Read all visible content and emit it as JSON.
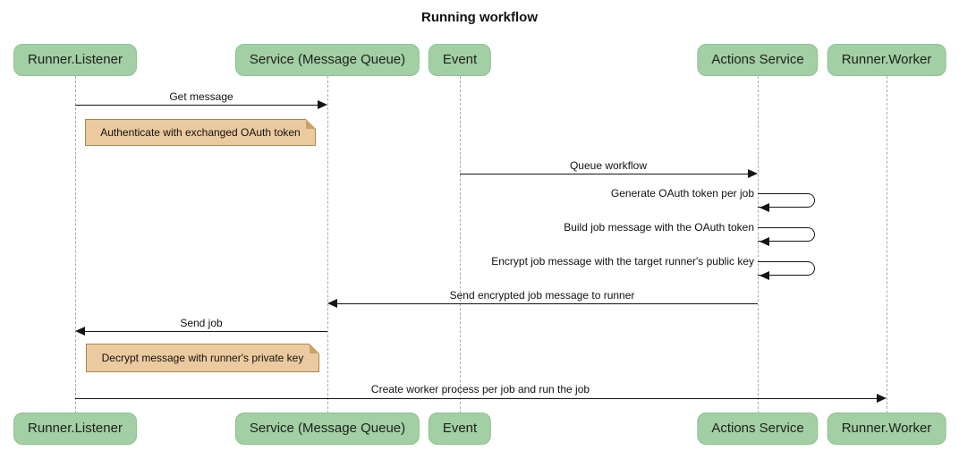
{
  "title": "Running workflow",
  "participants": [
    {
      "label": "Runner.Listener"
    },
    {
      "label": "Service (Message Queue)"
    },
    {
      "label": "Event"
    },
    {
      "label": "Actions Service"
    },
    {
      "label": "Runner.Worker"
    }
  ],
  "messages": [
    {
      "label": "Get message",
      "from": "Runner.Listener",
      "to": "Service (Message Queue)",
      "type": "solid-arrow"
    },
    {
      "label": "Queue workflow",
      "from": "Event",
      "to": "Actions Service",
      "type": "solid-arrow"
    },
    {
      "label": "Generate OAuth token per job",
      "from": "Actions Service",
      "to": "Actions Service",
      "type": "self-arrow"
    },
    {
      "label": "Build job message with the OAuth token",
      "from": "Actions Service",
      "to": "Actions Service",
      "type": "self-arrow"
    },
    {
      "label": "Encrypt job message with the target runner's public key",
      "from": "Actions Service",
      "to": "Actions Service",
      "type": "self-arrow"
    },
    {
      "label": "Send encrypted job message to runner",
      "from": "Actions Service",
      "to": "Service (Message Queue)",
      "type": "solid-arrow"
    },
    {
      "label": "Send job",
      "from": "Service (Message Queue)",
      "to": "Runner.Listener",
      "type": "solid-arrow"
    },
    {
      "label": "Create worker process per job and run the job",
      "from": "Runner.Listener",
      "to": "Runner.Worker",
      "type": "solid-arrow"
    }
  ],
  "notes": [
    {
      "label": "Authenticate with exchanged OAuth token",
      "anchor": "Runner.Listener"
    },
    {
      "label": "Decrypt message with runner's private key",
      "anchor": "Runner.Listener"
    }
  ],
  "colors": {
    "participant_fill": "#a2cfa3",
    "participant_border": "#8fc191",
    "note_fill": "#ecca9f",
    "note_border": "#aa8750",
    "message_line": "#161616",
    "lifeline": "#a9a9a9",
    "background": "#ffffff"
  }
}
